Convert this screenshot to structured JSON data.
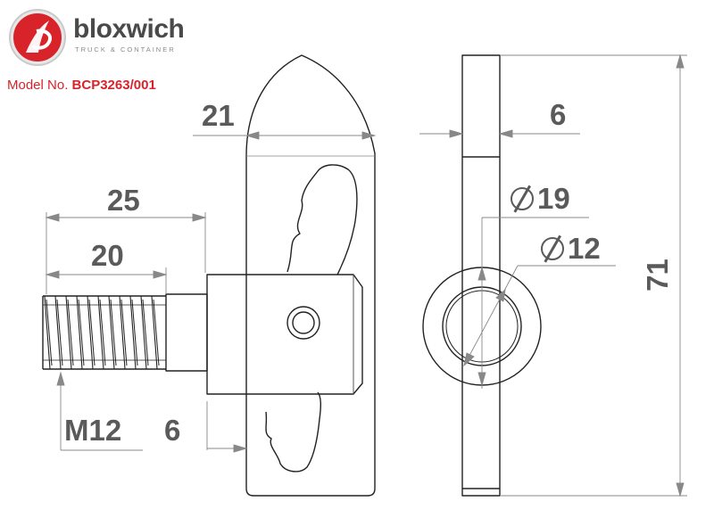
{
  "brand": {
    "name": "bloxwich",
    "tagline": "TRUCK & CONTAINER",
    "accent_color": "#d8232a",
    "logo_icon": "b-swoosh-logo"
  },
  "model": {
    "label": "Model No.",
    "number": "BCP3263/001"
  },
  "dimensions": {
    "top_width": "21",
    "thread_total_length": "25",
    "thread_length": "20",
    "thread_size": "M12",
    "flange_thickness": "6",
    "plate_thickness": "6",
    "outer_diameter": "19",
    "inner_diameter": "12",
    "overall_height": "71"
  }
}
